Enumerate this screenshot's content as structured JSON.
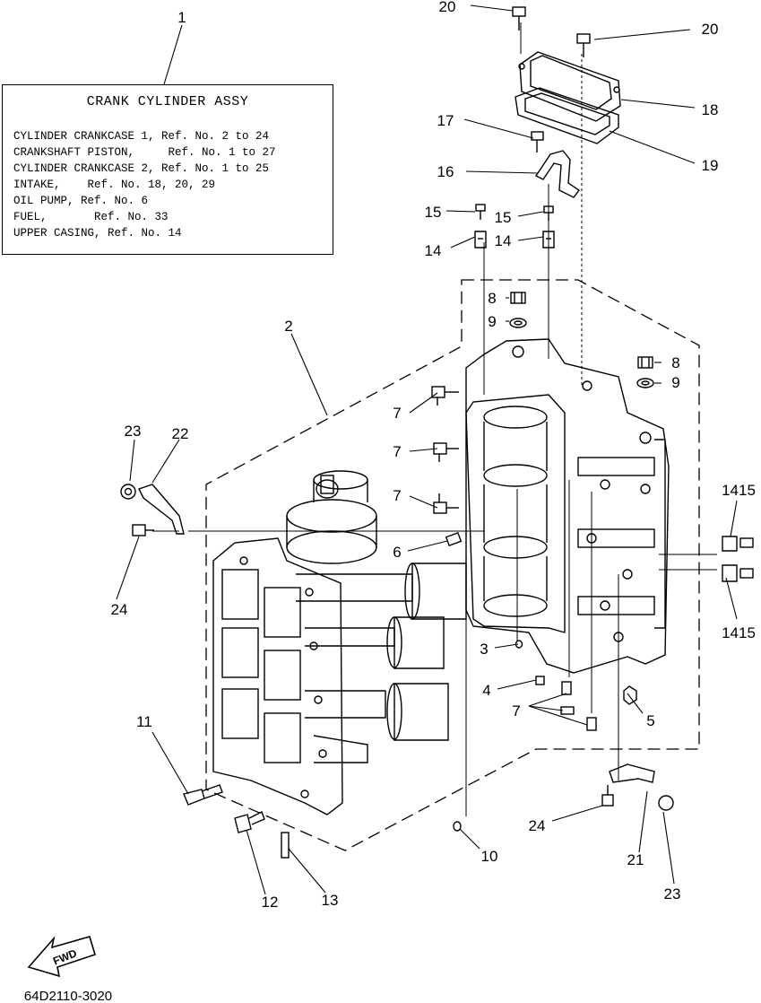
{
  "info_box": {
    "title": "CRANK  CYLINDER ASSY",
    "lines": [
      "CYLINDER CRANKCASE 1, Ref. No. 2 to 24",
      "CRANKSHAFT PISTON,     Ref. No. 1 to 27",
      "CYLINDER CRANKCASE 2, Ref. No. 1 to 25",
      "INTAKE,    Ref. No. 18, 20, 29",
      "OIL PUMP, Ref. No. 6",
      "FUEL,       Ref. No. 33",
      "UPPER CASING, Ref. No. 14"
    ]
  },
  "callouts": {
    "c1": "1",
    "c2": "2",
    "c3": "3",
    "c4": "4",
    "c5": "5",
    "c6": "6",
    "c7a": "7",
    "c7b": "7",
    "c7c": "7",
    "c7d": "7",
    "c8a": "8",
    "c8b": "8",
    "c9a": "9",
    "c9b": "9",
    "c10": "10",
    "c11": "11",
    "c12": "12",
    "c13": "13",
    "c14a": "14",
    "c14b": "14",
    "c15a": "15",
    "c15b": "15",
    "c16": "16",
    "c17": "17",
    "c18": "18",
    "c19": "19",
    "c20a": "20",
    "c20b": "20",
    "c21": "21",
    "c22": "22",
    "c23a": "23",
    "c23b": "23",
    "c24a": "24",
    "c24b": "24",
    "c1415a": "1415",
    "c1415b": "1415"
  },
  "fwd_label": "FWD",
  "drawing_code": "64D2110-3020"
}
